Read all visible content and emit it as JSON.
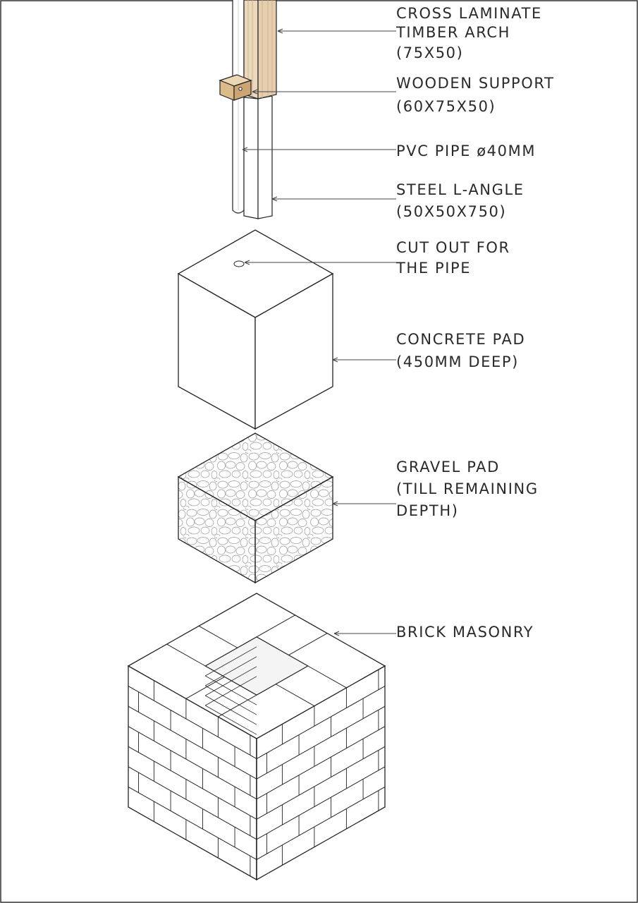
{
  "labels": {
    "timber_arch": [
      "CROSS LAMINATE",
      "TIMBER ARCH",
      "(75X50)"
    ],
    "wooden_support": [
      "WOODEN SUPPORT",
      "(60X75X50)"
    ],
    "pvc_pipe": [
      "PVC PIPE ø40MM"
    ],
    "steel_angle": [
      "STEEL L-ANGLE",
      "(50X50X750)"
    ],
    "cut_out": [
      "CUT OUT FOR",
      "THE PIPE"
    ],
    "concrete_pad": [
      "CONCRETE PAD",
      "(450MM DEEP)"
    ],
    "gravel_pad": [
      "GRAVEL PAD",
      "(TILL REMAINING",
      "DEPTH)"
    ],
    "brick_masonry": [
      "BRICK MASONRY"
    ]
  },
  "colors": {
    "line": "#222222",
    "leader": "#444444",
    "timber": "#ecd8bd",
    "timber_grain": "#c9a987",
    "wood_support": "#dcbb8a",
    "background": "#ffffff"
  }
}
